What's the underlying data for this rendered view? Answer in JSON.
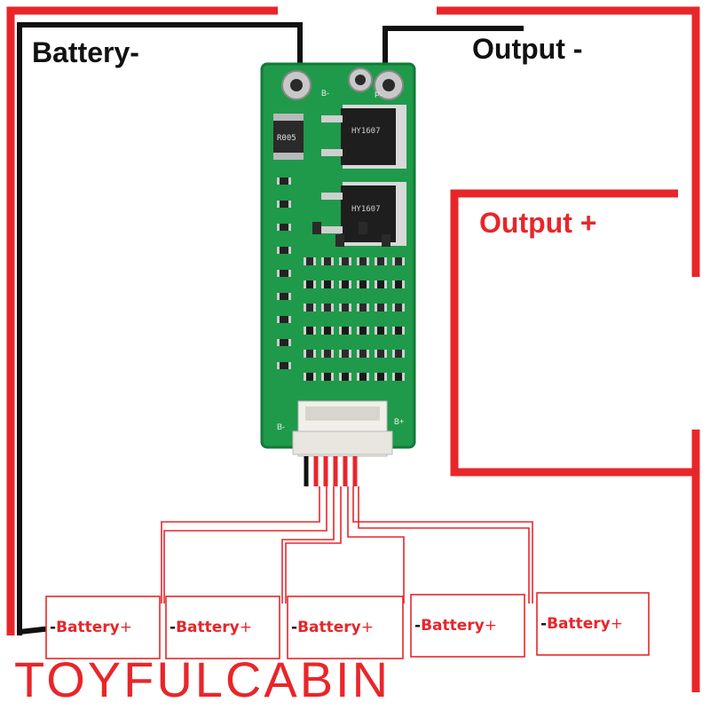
{
  "labels": {
    "battery_minus": "Battery-",
    "output_minus": "Output -",
    "output_plus": "Output +"
  },
  "board": {
    "pad_left": "B-",
    "pad_right": "P-",
    "resistor": "R005",
    "mosfet_1": "HY1607",
    "mosfet_2": "HY1607",
    "connector_left": "B-",
    "connector_right": "B+"
  },
  "cells": [
    {
      "label": "Battery",
      "minus": "-",
      "plus": "+"
    },
    {
      "label": "Battery",
      "minus": "-",
      "plus": "+"
    },
    {
      "label": "Battery",
      "minus": "-",
      "plus": "+"
    },
    {
      "label": "Battery",
      "minus": "-",
      "plus": "+"
    },
    {
      "label": "Battery",
      "minus": "-",
      "plus": "+"
    }
  ],
  "watermark": "TOYFULCABIN",
  "colors": {
    "wire_red": "#e8262a",
    "wire_black": "#111111",
    "pcb_green": "#1f9a4a",
    "label_red": "#e8262a",
    "label_black": "#111111"
  }
}
